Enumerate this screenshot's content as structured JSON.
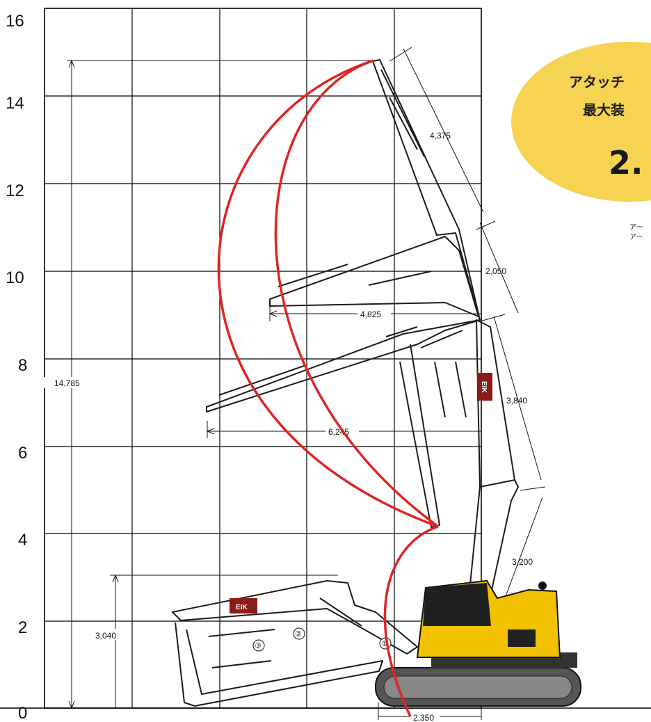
{
  "y_axis": {
    "ticks": [
      "16",
      "14",
      "12",
      "10",
      "8",
      "6",
      "4",
      "2",
      "0"
    ]
  },
  "dimensions": {
    "max_height": "14,785",
    "outreach_upper": "4,825",
    "outreach_middle": "6,245",
    "ground_height": "3,040",
    "base_width": "2,350",
    "segment_1": "4,375",
    "segment_2": "2,050",
    "segment_3": "3,840",
    "segment_4": "3,200"
  },
  "part_markers": [
    "①",
    "②",
    "③"
  ],
  "brand_label": "EIK",
  "callout": {
    "line1": "アタッチ",
    "line2": "最大装",
    "value": "2."
  },
  "notes": [
    "アー",
    "アー"
  ],
  "colors": {
    "reach_curve": "#e02424",
    "callout_fill": "#f7d354",
    "machine_yellow": "#f2c200",
    "arm_line": "#1a1a1a"
  }
}
